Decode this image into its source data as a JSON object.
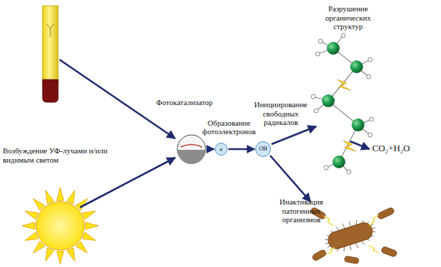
{
  "diagram": {
    "nodes": [
      {
        "text": [
          "Фотокатализатор"
        ]
      },
      {
        "text": [
          "Образование фотоэлектронов",
          "e"
        ]
      },
      {
        "text": [
          "Инициирование свободных радикалов",
          "OH"
        ]
      }
    ],
    "edges": [
      {
        "from": 0,
        "to": 1,
        "arrow": "to"
      },
      {
        "from": 1,
        "to": 2,
        "arrow": "to"
      }
    ],
    "labels": [
      "Разрушение органических структур",
      "Возбуждение УФ-лучами и/или видимым светом",
      "CO₂+H₂O",
      "Инактивация патогенных организмов"
    ]
  }
}
